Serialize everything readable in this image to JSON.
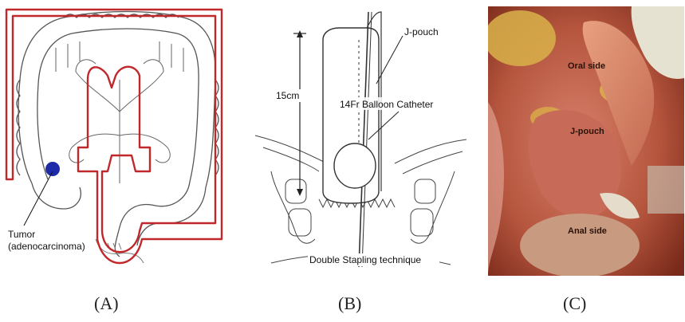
{
  "panel_a": {
    "tumor_label_line1": "Tumor",
    "tumor_label_line2": "(adenocarcinoma)",
    "caption": "(A)",
    "colors": {
      "resection_outline": "#c0282b",
      "tumor": "#1f2aa8"
    }
  },
  "panel_b": {
    "jpouch_label": "J-pouch",
    "length_label": "15cm",
    "catheter_label": "14Fr Balloon Catheter",
    "technique_label": "Double Stapling technique",
    "caption": "(B)"
  },
  "panel_c": {
    "oral_label": "Oral side",
    "jpouch_label": "J-pouch",
    "anal_label": "Anal side",
    "caption": "(C)"
  }
}
